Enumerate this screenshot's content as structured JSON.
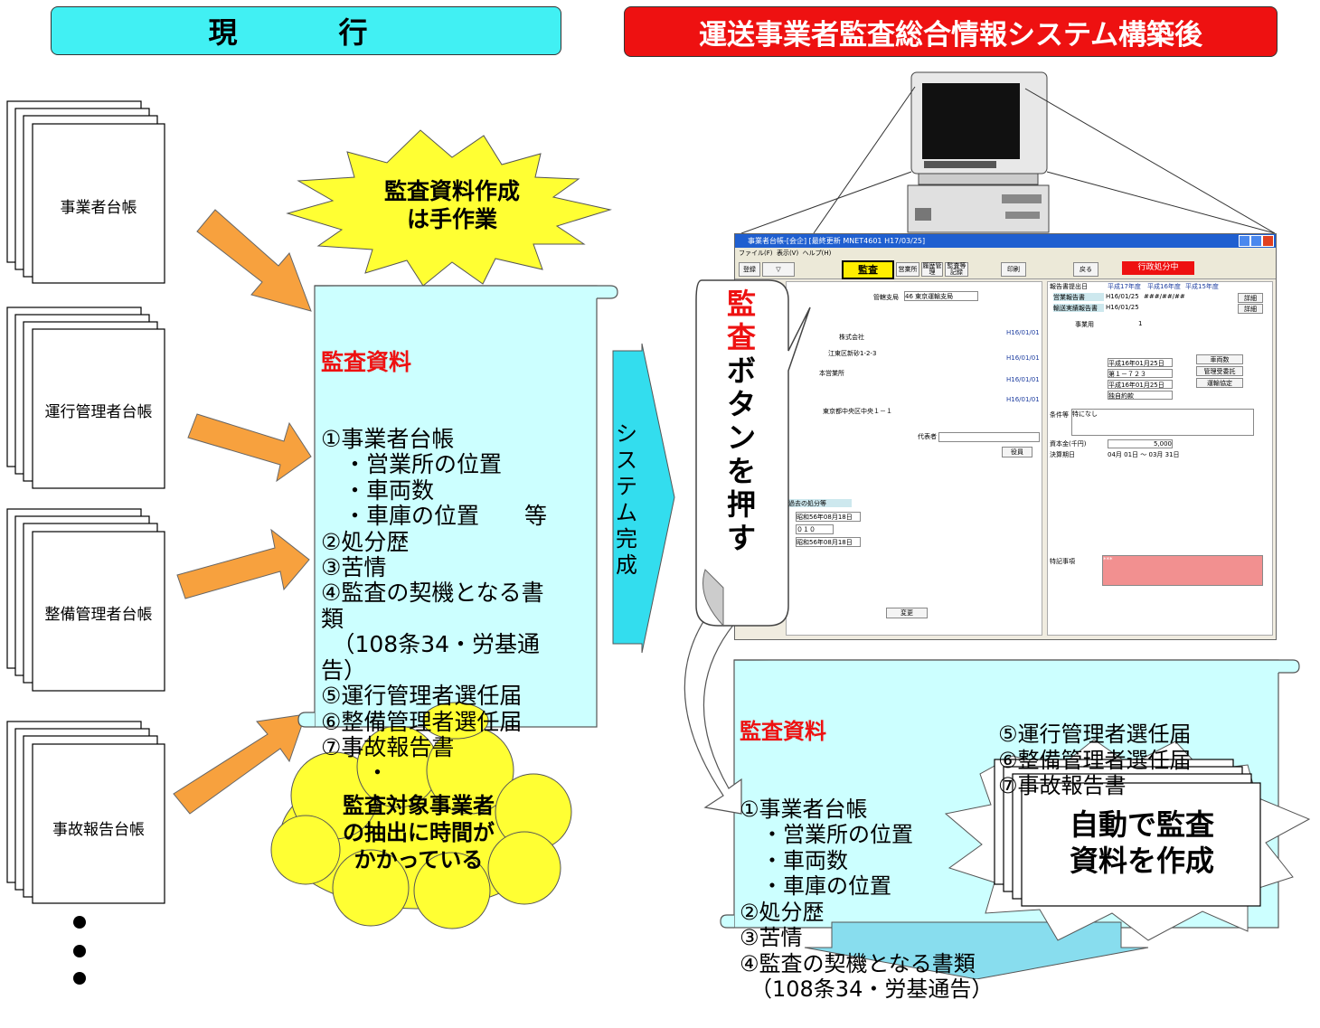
{
  "headers": {
    "current": "現　行",
    "after": "運送事業者監査総合情報システム構築後"
  },
  "ledgers": [
    {
      "label": "事業者台帳"
    },
    {
      "label": "運行管理者台帳"
    },
    {
      "label": "整備管理者台帳"
    },
    {
      "label": "事故報告台帳"
    }
  ],
  "burst_manual": {
    "line1": "監査資料作成",
    "line2": "は手作業"
  },
  "cloud_time": {
    "line1": "監査対象事業者",
    "line2": "の抽出に時間が",
    "line3": "かかっている"
  },
  "scroll_left": {
    "title": "監査資料",
    "items": [
      "①事業者台帳",
      "　・営業所の位置",
      "　・車両数",
      "　・車庫の位置　　等",
      "②処分歴",
      "③苦情",
      "④監査の契機となる書",
      "類",
      "　（108条34・労基通",
      "告）",
      "⑤運行管理者選任届",
      "⑥整備管理者選任届",
      "⑦事故報告書",
      "　　・",
      "　　・"
    ]
  },
  "system_arrow": {
    "label": "システム完成"
  },
  "callout": {
    "red": "監査",
    "black": "ボタンを押す"
  },
  "screen": {
    "titlebar": "事業者台帳-[会企] [最終更新 MNET4601 H17/03/25]",
    "menu": [
      "ファイル(F)",
      "表示(V)",
      "ヘルプ(H)"
    ],
    "toolbar": [
      "登録",
      "▽",
      "監査",
      "営業所",
      "履歴管理",
      "監査等記録",
      "印刷",
      "戻る"
    ],
    "status_badge": "行政処分中",
    "fields": {
      "report_header": "報告書提出日",
      "years": [
        "平成17年度",
        "平成16年度",
        "平成15年度"
      ],
      "business_report": "営業報告書",
      "transport_report": "輸送実績報告書",
      "date1": "H16/01/25",
      "mask": "###/##/##",
      "detail": "詳細",
      "office": "管轄支局",
      "office_val": "46 東京運輸支局",
      "company": "株式会社",
      "address": "江東区新砂1-2-3",
      "sales_office": "本営業所",
      "address2": "東京都中央区中央１－１",
      "rep": "代表者",
      "staff": "役員",
      "date_h16": "H16/01/01",
      "conditions": "条件等",
      "none": "特になし",
      "capital": "資本金(千円)",
      "capital_val": "5,000",
      "fiscal": "決算期日",
      "fiscal_val": "04月 01日 ～ 03月 31日",
      "history": "過去の処分等",
      "h_date": "昭和56年08月18日",
      "h_code": "０１０",
      "change": "変更",
      "remarks": "特記事項",
      "remarks_val": "***",
      "vehicles_label": "事業用",
      "v1": "1",
      "permit_date": "平成16年01月25日",
      "permit_num": "第１－７２３",
      "rule_date": "平成16年01月25日",
      "rule_type": "独自約款",
      "btn_history": "車両数",
      "btn_manage": "管理受委託",
      "btn_transport": "運輸協定"
    }
  },
  "scroll_right": {
    "title": "監査資料",
    "left_items": [
      "①事業者台帳",
      "　・営業所の位置",
      "　・車両数",
      "　・車庫の位置",
      "②処分歴",
      "③苦情",
      "④監査の契機となる書類",
      "　（108条34・労基通告）"
    ],
    "right_items": [
      "⑤運行管理者選任届",
      "⑥整備管理者選任届",
      "⑦事故報告書"
    ]
  },
  "auto_box": {
    "line1": "自動で監査",
    "line2": "資料を作成"
  },
  "colors": {
    "cyan_header": "#41f0f3",
    "red_header": "#ee1111",
    "scroll": "#ccffff",
    "arrow_orange": "#f7a13e",
    "burst_yellow": "#ffff33",
    "system_arrow": "#33ddee",
    "bottom_arrow": "#88ddee"
  }
}
